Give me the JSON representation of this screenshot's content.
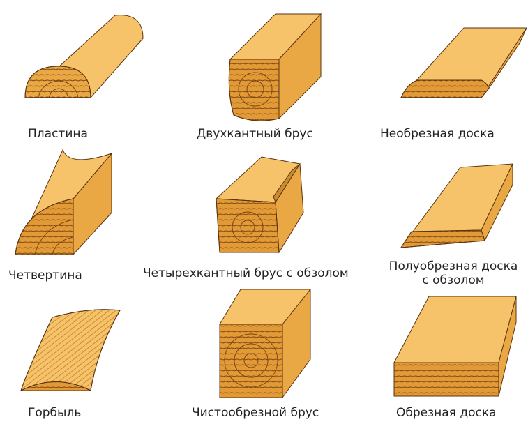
{
  "colors": {
    "wood_light": "#f6c36b",
    "wood_mid": "#eaa844",
    "wood_dark": "#d48a22",
    "grain": "#6b3a10",
    "outline": "#5a3310"
  },
  "items": [
    {
      "label": "Пластина"
    },
    {
      "label": "Двухкантный брус"
    },
    {
      "label": "Необрезная доска"
    },
    {
      "label": "Четвертина"
    },
    {
      "label": "Четырехкантный брус с обзолом"
    },
    {
      "label_line1": "Полуобрезная доска",
      "label_line2": "с обзолом"
    },
    {
      "label": "Горбыль"
    },
    {
      "label": "Чистообрезной брус"
    },
    {
      "label": "Обрезная доска"
    }
  ]
}
